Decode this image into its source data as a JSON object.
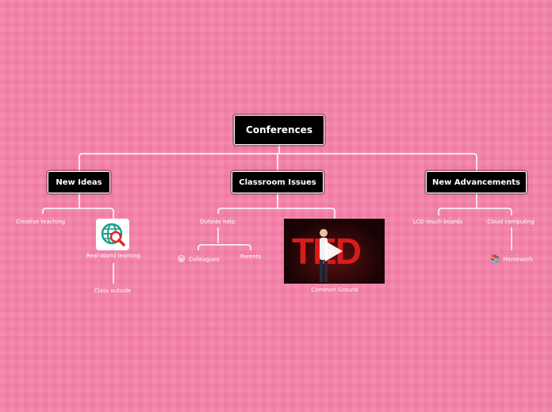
{
  "root": {
    "title": "Conferences"
  },
  "branches": [
    {
      "title": "New Ideas"
    },
    {
      "title": "Classroom Issues"
    },
    {
      "title": "New Advancements"
    }
  ],
  "leaves": {
    "creative_teaching": "Creative teaching",
    "real_world_learning": "Real-World learning",
    "class_outside": "Class outside",
    "outside_help": "Outside help",
    "colleagues": "Colleagues",
    "parents": "Parents",
    "common_ground": "Common Ground",
    "lcd_touch_boards": "LCD touch boards",
    "cloud_computing": "Cloud computing",
    "homework": "Homework"
  },
  "icons": {
    "colleagues": "grinning-face-icon",
    "homework": "books-icon",
    "real_world": "globe-search-icon",
    "video": "play-icon"
  },
  "colors": {
    "background": "#f07aa4",
    "node_fill": "#000000",
    "connector": "#ffffff"
  }
}
